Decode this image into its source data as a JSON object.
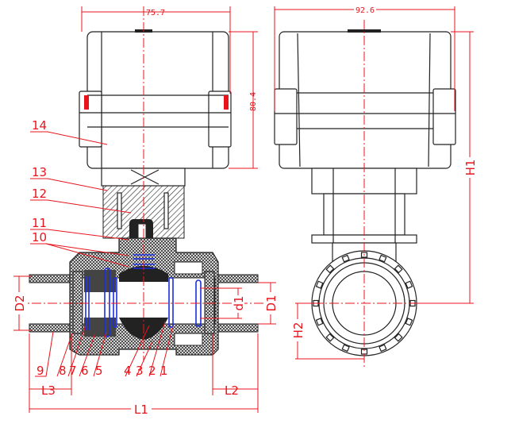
{
  "dimensions": {
    "front_width": "75.7",
    "actuator_height": "80.4",
    "side_width": "92.6",
    "L1": "L1",
    "L2": "L2",
    "L3": "L3",
    "D1": "D1",
    "D2": "D2",
    "d1": "d1",
    "H1": "H1",
    "H2": "H2"
  },
  "part_labels": [
    "1",
    "2",
    "3",
    "4",
    "5",
    "6",
    "7",
    "8",
    "9",
    "10",
    "11",
    "12",
    "13",
    "14"
  ],
  "colors": {
    "dimension": "#e8141c",
    "outline": "#222222",
    "seal": "#1a2ee0"
  }
}
